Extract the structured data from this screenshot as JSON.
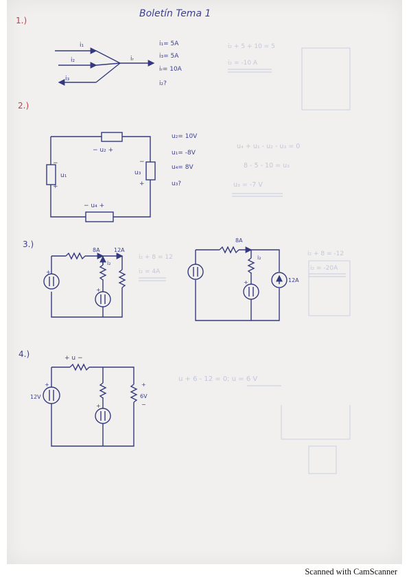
{
  "title": "Boletín Tema 1",
  "problems": [
    {
      "number": "1.)",
      "currents": [
        "i₁",
        "i₂",
        "i₃",
        "iᵣ"
      ],
      "given": [
        "i₁= 5A",
        "i₃= 5A",
        "iᵣ= 10A",
        "i₂?"
      ],
      "work": [
        "i₂ + 5 + 10 = 5",
        "i₂ = -10 A"
      ]
    },
    {
      "number": "2.)",
      "labels": [
        "u₂",
        "u₁",
        "u₃",
        "u₄"
      ],
      "given": [
        "u₂= 10V",
        "u₁= -8V",
        "u₄= 8V",
        "u₃?"
      ],
      "work": [
        "u₄ + u₁ - u₂ - u₃ = 0",
        "8 - 5 - 10 = u₃",
        "u₃ = -7 V"
      ]
    },
    {
      "number": "3.)",
      "left_labels": [
        "8A",
        "12A",
        "i₂"
      ],
      "left_work": [
        "i₂ + 8 = 12",
        "i₂ = 4A"
      ],
      "right_labels": [
        "8A",
        "i₂",
        "12A"
      ],
      "right_work": [
        "i₂ + 8 = -12",
        "i₂ = -20A"
      ]
    },
    {
      "number": "4.)",
      "labels": [
        "u",
        "12V",
        "6V"
      ],
      "work": "u + 6 - 12 = 0;  u = 6 V"
    }
  ],
  "footer": "Scanned with CamScanner"
}
